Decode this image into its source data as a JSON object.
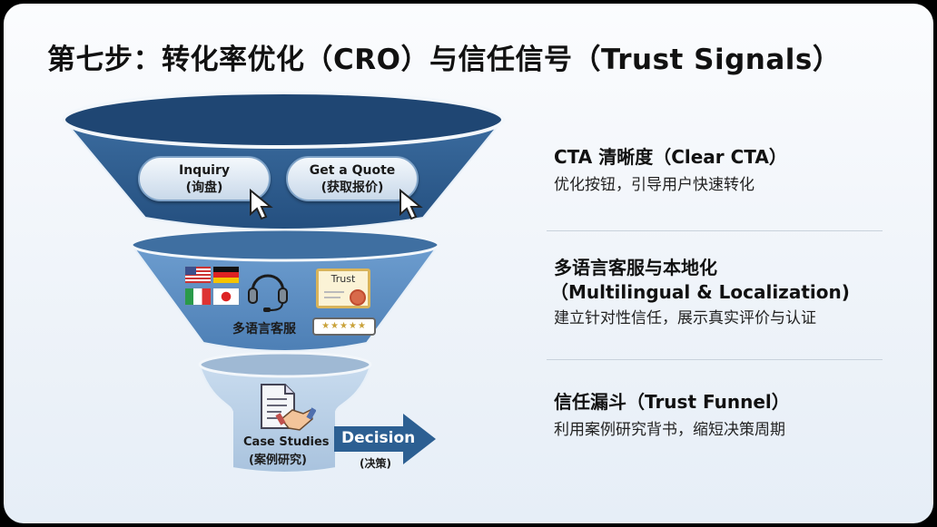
{
  "title": "第七步：转化率优化（CRO）与信任信号（Trust Signals）",
  "funnel": {
    "tier1": {
      "buttons": [
        {
          "label": "Inquiry",
          "sub": "(询盘)"
        },
        {
          "label": "Get a Quote",
          "sub": "(获取报价)"
        }
      ]
    },
    "tier2": {
      "support_label": "多语言客服",
      "trust_badge": "Trust",
      "stars": "★★★★★"
    },
    "tier3": {
      "label": "Case Studies",
      "sub": "(案例研究)"
    },
    "arrow": {
      "label": "Decision",
      "sub": "(决策)"
    }
  },
  "sections": [
    {
      "heading": "CTA 清晰度（Clear CTA）",
      "desc": "优化按钮，引导用户快速转化"
    },
    {
      "heading": "多语言客服与本地化",
      "heading2": "（Multilingual & Localization)",
      "desc": "建立针对性信任，展示真实评价与认证"
    },
    {
      "heading": "信任漏斗（Trust Funnel）",
      "desc": "利用案例研究背书，缩短决策周期"
    }
  ],
  "colors": {
    "tier1": "#2e5d8e",
    "tier2": "#5b8fc4",
    "tier3": "#b7cfe6",
    "arrow": "#2c5f92"
  }
}
